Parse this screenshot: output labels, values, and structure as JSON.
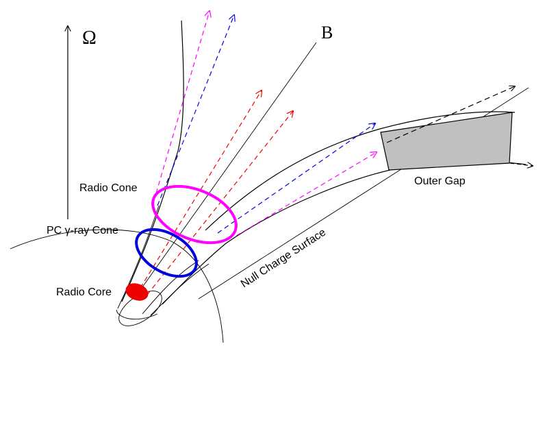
{
  "labels": {
    "omega": "Ω",
    "b_field": "B",
    "radio_cone": "Radio Cone",
    "pc_gamma_cone": "PC γ-ray Cone",
    "radio_core": "Radio Core",
    "outer_gap": "Outer Gap",
    "null_charge_surface": "Null Charge Surface"
  },
  "colors": {
    "radio_cone": "#ff00ff",
    "pc_gamma_cone": "#0000dd",
    "radio_core": "#ee0000",
    "outer_gap_fill": "#c0c0c0",
    "background": "#ffffff",
    "line": "#000000"
  }
}
